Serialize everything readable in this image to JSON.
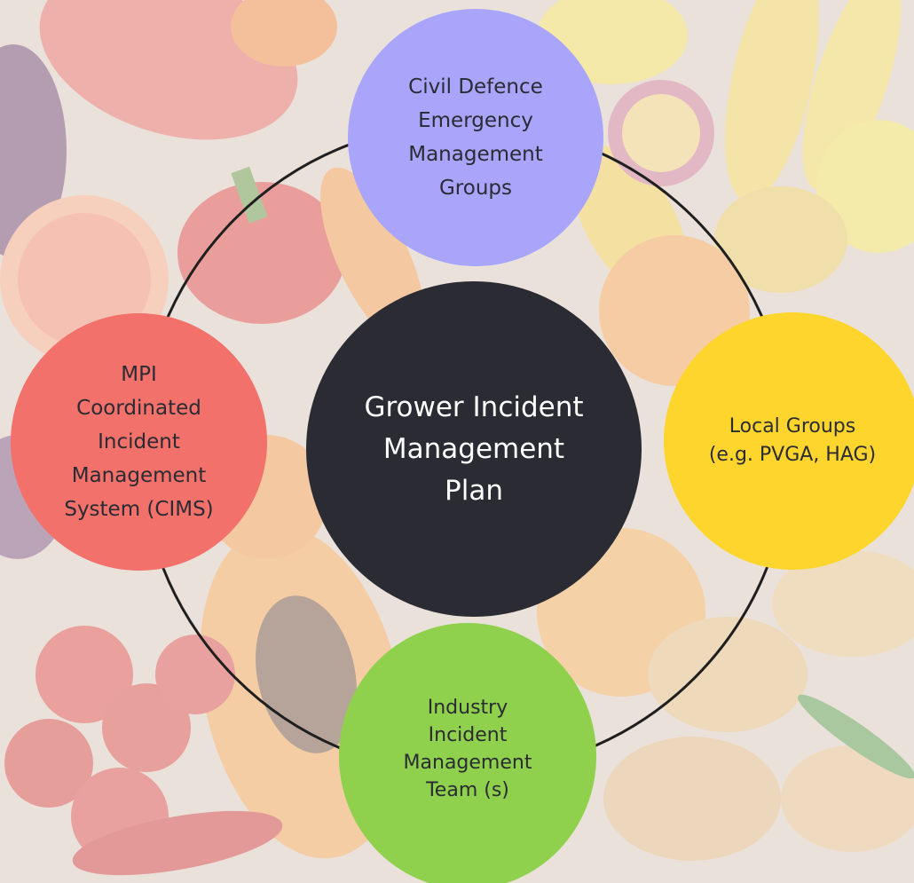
{
  "diagram": {
    "center": {
      "label": "Grower Incident\nManagement\nPlan",
      "color": "#2a2b33"
    },
    "nodes": {
      "top": {
        "label": "Civil Defence\nEmergency\nManagement\nGroups",
        "color": "#a8a5fb"
      },
      "left": {
        "label": "MPI\nCoordinated\nIncident\nManagement\nSystem (CIMS)",
        "color": "#f2716b"
      },
      "right": {
        "label": "Local Groups\n(e.g. PVGA, HAG)",
        "color": "#fdd52c"
      },
      "bottom": {
        "label": "Industry\nIncident\nManagement\nTeam (s)",
        "color": "#8fd14c"
      }
    },
    "ring_color": "#1f1f1f"
  }
}
